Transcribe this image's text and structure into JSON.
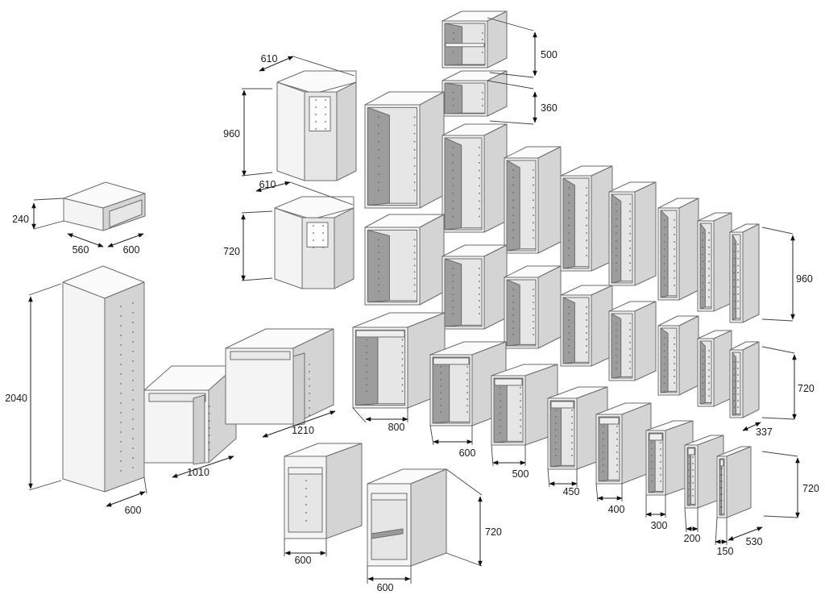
{
  "colors": {
    "front_face": "#f4f4f4",
    "side_face": "#d4d4d4",
    "top_face": "#fbfbfb",
    "interior_back": "#e6e6e6",
    "interior_side": "#9d9d9d",
    "edge": "#6c6c6c",
    "dimension": "#222222"
  },
  "dimensions": {
    "wall_500_h": "500",
    "wall_360_h": "360",
    "corner_wall_w": "610",
    "corner_wall_h": "960",
    "corner_wall2_w": "610",
    "corner_wall2_h": "720",
    "top_box_h": "240",
    "top_box_d1": "560",
    "top_box_d2": "600",
    "tall_h": "2040",
    "tall_d": "600",
    "corner_base_w": "1010",
    "corner_base2_w": "1210",
    "base_800": "800",
    "base_600": "600",
    "base_500": "500",
    "base_450": "450",
    "base_400": "400",
    "base_300": "300",
    "base_200": "200",
    "base_150": "150",
    "base_depth_530": "530",
    "base_h_720": "720",
    "wall_row_h_960": "960",
    "wall_row_h_720": "720",
    "wall_depth_337": "337",
    "sink_w": "600",
    "oven_w": "600",
    "oven_h": "720"
  }
}
